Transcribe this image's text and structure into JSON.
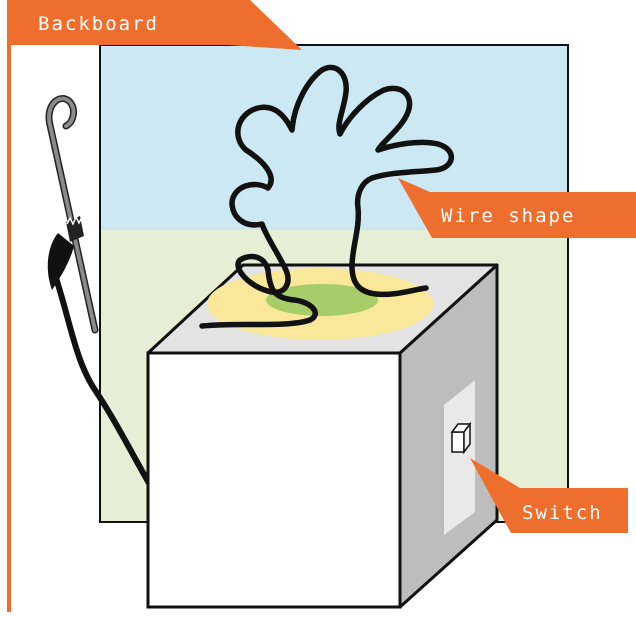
{
  "labels": {
    "backboard": "Backboard",
    "wire_shape": "Wire shape",
    "switch": "Switch"
  },
  "colors": {
    "accent_orange": "#EE6F2D",
    "sky_blue": "#CBE8F3",
    "ground_green": "#E6EFD5",
    "base_yellow": "#F9E79A",
    "base_green": "#A8CC6A",
    "box_front": "#FFFFFF",
    "box_top": "#E3E3E3",
    "box_side": "#BDBDBD",
    "wire": "#111111",
    "wand": "#7A7A7A"
  },
  "icons": {
    "wand": "wire-loop-wand-icon",
    "clip": "crocodile-clip-icon",
    "switch": "push-switch-icon"
  }
}
